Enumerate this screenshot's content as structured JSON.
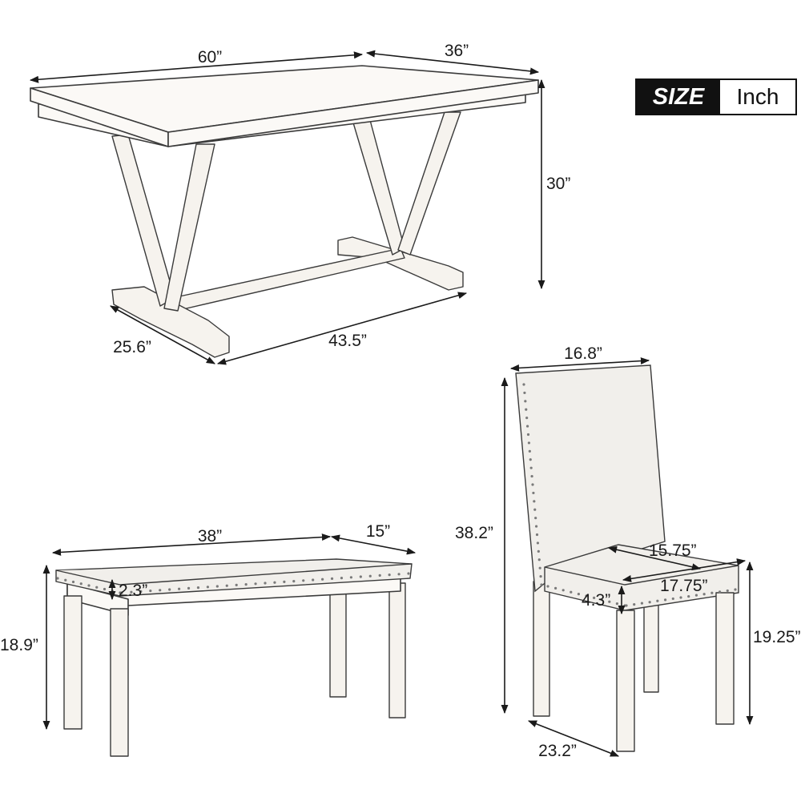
{
  "badge": {
    "label": "SIZE",
    "unit": "Inch"
  },
  "table": {
    "length": "60”",
    "width": "36”",
    "height": "30”",
    "base_depth": "25.6”",
    "base_length": "43.5”"
  },
  "bench": {
    "length": "38”",
    "depth": "15”",
    "cushion": "2.3”",
    "height": "18.9”"
  },
  "chair": {
    "back_width": "16.8”",
    "height": "38.2”",
    "seat_depth": "15.75”",
    "seat_width": "17.75”",
    "cushion": "4.3”",
    "seat_height": "19.25”",
    "leg_depth": "23.2”"
  }
}
